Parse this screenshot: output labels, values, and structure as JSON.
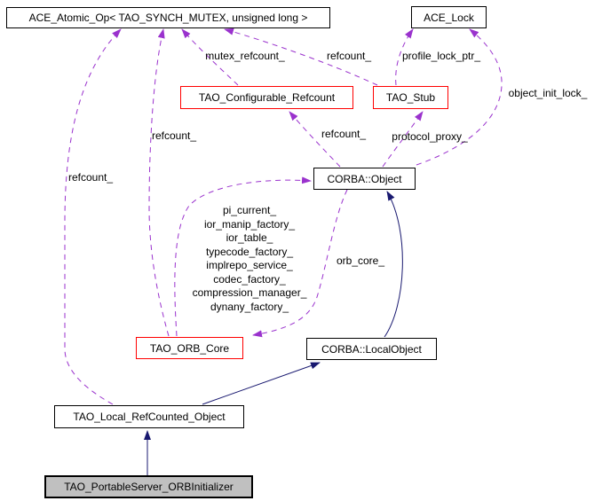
{
  "nodes": {
    "ace_atomic_op": "ACE_Atomic_Op< TAO_SYNCH_MUTEX, unsigned long >",
    "ace_lock": "ACE_Lock",
    "tao_configurable_refcount": "TAO_Configurable_Refcount",
    "tao_stub": "TAO_Stub",
    "corba_object": "CORBA::Object",
    "tao_orb_core": "TAO_ORB_Core",
    "corba_local_object": "CORBA::LocalObject",
    "tao_local_refcounted_object": "TAO_Local_RefCounted_Object",
    "tao_portableserver_orbinitializer": "TAO_PortableServer_ORBInitializer"
  },
  "edge_labels": {
    "local_refcount": "refcount_",
    "orb_core_refcount": "refcount_",
    "mutex_refcount": "mutex_refcount_",
    "stub_refcount": "refcount_",
    "profile_lock_ptr": "profile_lock_ptr_",
    "object_init_lock": "object_init_lock_",
    "object_refcount": "refcount_",
    "protocol_proxy": "protocol_proxy_",
    "orb_core": "orb_core_",
    "orb_core_members": [
      "pi_current_",
      "ior_manip_factory_",
      "ior_table_",
      "typecode_factory_",
      "implrepo_service_",
      "codec_factory_",
      "compression_manager_",
      "dynany_factory_"
    ]
  },
  "colors": {
    "usage_edge": "#9a32cd",
    "inheritance_edge": "#191970",
    "highlight_node_border": "#ff0000",
    "node_border": "#000000",
    "focus_node_fill": "#c0c0c0",
    "background": "#ffffff"
  }
}
